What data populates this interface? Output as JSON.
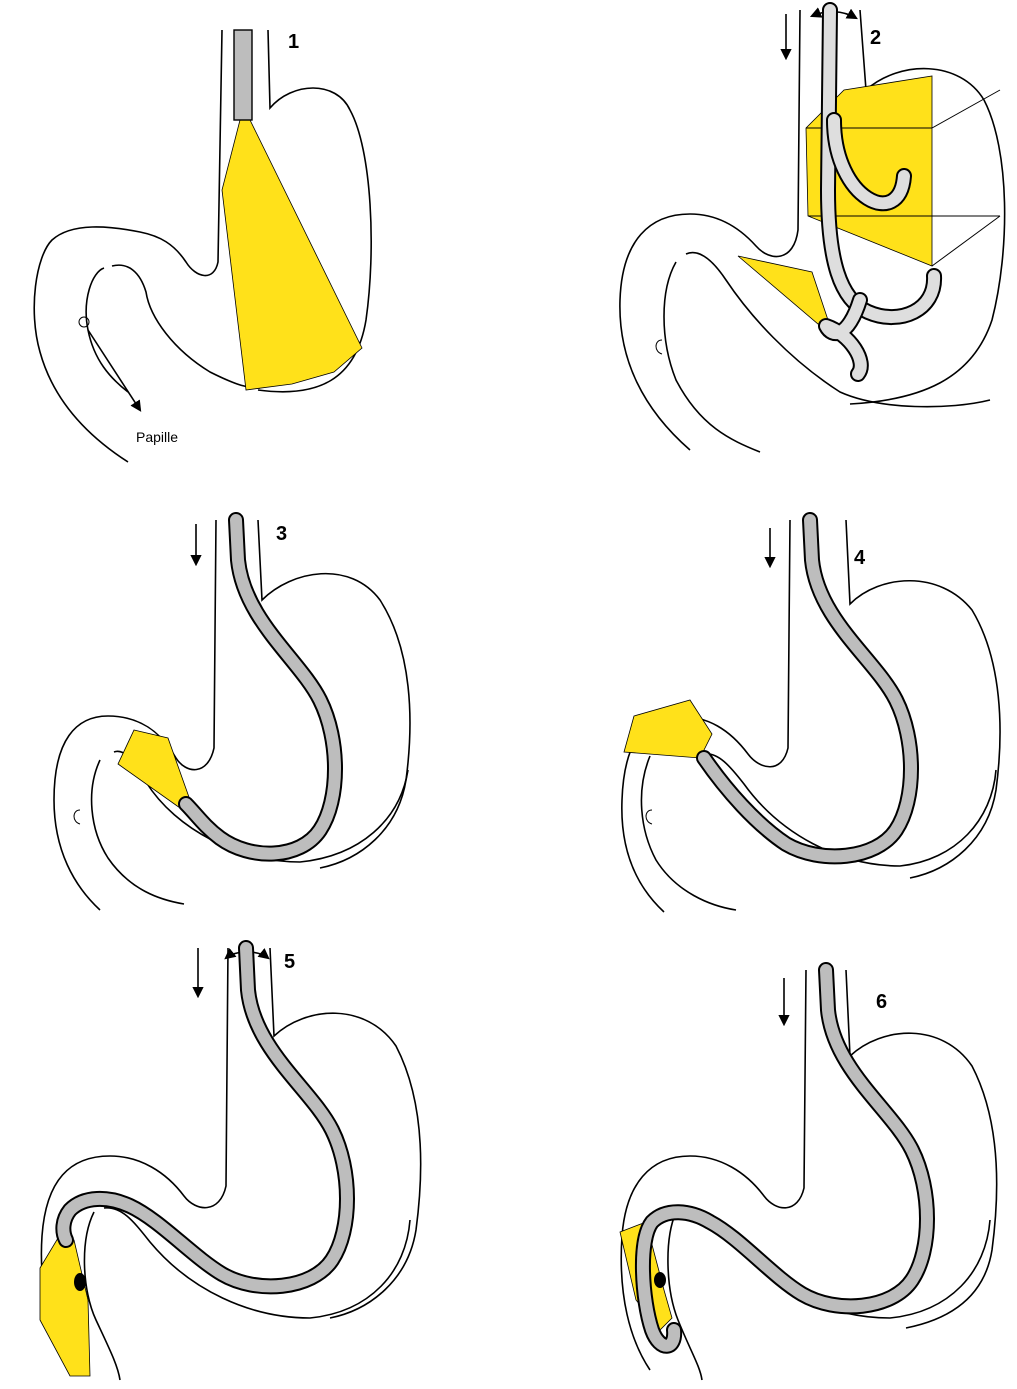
{
  "colors": {
    "field_of_view": "#ffe11a",
    "endoscope": "#bdbdbd",
    "outline": "#000000"
  },
  "panels": [
    {
      "number": "1",
      "caption": "Papille"
    },
    {
      "number": "2"
    },
    {
      "number": "3"
    },
    {
      "number": "4"
    },
    {
      "number": "5"
    },
    {
      "number": "6"
    }
  ]
}
